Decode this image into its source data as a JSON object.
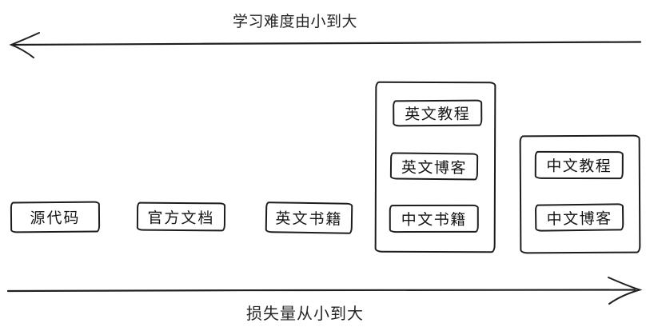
{
  "labels": {
    "top_axis": "学习难度由小到大",
    "bottom_axis": "损失量从小到大"
  },
  "nodes": [
    {
      "label": "源代码"
    },
    {
      "label": "官方文档"
    },
    {
      "label": "英文书籍"
    }
  ],
  "group_en": {
    "items": [
      {
        "label": "英文教程"
      },
      {
        "label": "英文博客"
      },
      {
        "label": "中文书籍"
      }
    ]
  },
  "group_cn": {
    "items": [
      {
        "label": "中文教程"
      },
      {
        "label": "中文博客"
      }
    ]
  },
  "icons": {
    "top_arrow": "arrow-left-icon",
    "bottom_arrow": "arrow-right-icon"
  },
  "colors": {
    "ink": "#1d1d1d",
    "background": "#ffffff"
  }
}
